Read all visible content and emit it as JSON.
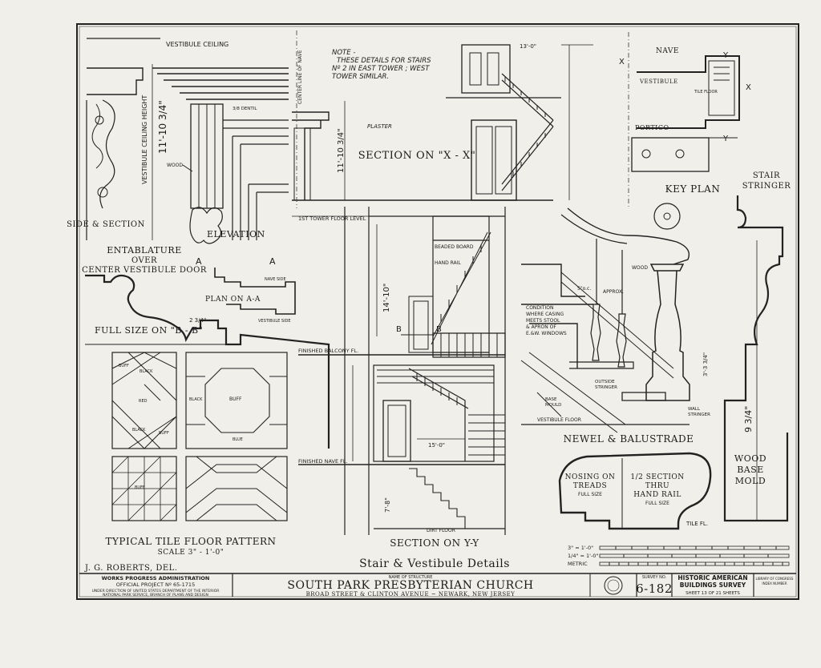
{
  "title_block": {
    "stair_vestibule_details": "Stair & Vestibule Details",
    "delineator": "J. G. ROBERTS, DEL.",
    "wpa_line1": "WORKS PROGRESS ADMINISTRATION",
    "wpa_line2": "OFFICIAL PROJECT Nº 65-1715",
    "wpa_line3": "UNDER DIRECTION OF UNITED STATES DEPARTMENT OF THE INTERIOR",
    "wpa_line4": "NATIONAL PARK SERVICE, BRANCH OF PLANS AND DESIGN",
    "name_label": "NAME OF STRUCTURE",
    "structure_name": "SOUTH PARK PRESBYTERIAN CHURCH",
    "address": "BROAD STREET & CLINTON AVENUE ~ NEWARK, NEW JERSEY",
    "survey_label": "SURVEY NO.",
    "survey_no": "6-182",
    "habs_line1": "HISTORIC AMERICAN",
    "habs_line2": "BUILDINGS SURVEY",
    "sheet": "SHEET 13 OF 21 SHEETS",
    "loc_line1": "LIBRARY OF CONGRESS",
    "loc_line2": "INDEX NUMBER"
  },
  "labels": {
    "vestibule_ceiling": "VESTIBULE CEILING",
    "vestibule_ceiling_height": "VESTIBULE CEILING HEIGHT",
    "height_dim": "11'-10 3/4\"",
    "side_section": "SIDE & SECTION",
    "elevation": "ELEVATION",
    "entablature1": "ENTABLATURE",
    "entablature2": "OVER",
    "entablature3": "CENTER VESTIBULE DOOR",
    "wood": "WOOD",
    "dentil": "3/8 DENTIL",
    "plan_aa": "PLAN ON A-A",
    "a_left": "A",
    "a_right": "A",
    "full_size_bb": "FULL SIZE ON \"B - B\"",
    "dim_234": "2 3/4\"",
    "nave_side": "NAVE SIDE",
    "vestibule_side": "VESTIBULE SIDE",
    "center_line_nave": "CENTER LINE OF NAVE",
    "note": [
      "NOTE -",
      "THESE DETAILS FOR STAIRS",
      "Nº 2 IN EAST TOWER ; WEST",
      "TOWER SIMILAR."
    ],
    "plaster": "PLASTER",
    "section_xx": "SECTION ON \"X - X\"",
    "dim_11_10": "11'-10 3/4\"",
    "dim_13_0": "13'-0\"",
    "tower_floor": "1ST TOWER FLOOR LEVEL",
    "beaded_board": "BEADED BOARD",
    "hand_rail": "HAND RAIL",
    "dim_14_10": "14'-10\"",
    "b_left": "B",
    "b_right": "B",
    "finished_balcony": "FINISHED BALCONY FL.",
    "finished_nave": "FINISHED NAVE FL.",
    "dim_15_0": "15'-0\"",
    "dim_7_8": "7'-8\"",
    "dirt_floor": "DIRT FLOOR",
    "section_yy": "SECTION ON Y-Y",
    "nave": "NAVE",
    "vestibule": "VESTIBULE",
    "portico": "PORTICO",
    "tile_floor": "TILE FLOOR",
    "key_plan": "KEY PLAN",
    "x1": "X",
    "x2": "X",
    "y1": "Y",
    "y2": "Y",
    "stair_stringer": [
      "STAIR",
      "STRINGER"
    ],
    "approx": "APPROX.",
    "dim_5_oc": "5\"o.c.",
    "condition": [
      "CONDITION",
      "WHERE CASING",
      "MEETS STOOL",
      "& APRON OF",
      "E.&W. WINDOWS"
    ],
    "outside_stringer": [
      "OUTSIDE",
      "STRINGER"
    ],
    "base_mould": [
      "BASE",
      "MOULD"
    ],
    "vestibule_floor": "VESTIBULE FLOOR",
    "wall_stringer": [
      "WALL",
      "STRINGER"
    ],
    "dim_3_3_34": "3'-3 3/4\"",
    "newel_balustrade": "NEWEL & BALUSTRADE",
    "nosing1": "NOSING ON",
    "nosing2": "TREADS",
    "nosing3": "FULL SIZE",
    "half1": "1/2 SECTION",
    "half2": "THRU",
    "half3": "HAND RAIL",
    "half4": "FULL SIZE",
    "wood_base": [
      "WOOD",
      "BASE",
      "MOLD"
    ],
    "dim_9_34": "9 3/4\"",
    "tile_fl": "TILE FL.",
    "typical_tile": "TYPICAL TILE FLOOR PATTERN",
    "scale": "SCALE 3\" - 1'-0\"",
    "buff": "BUFF",
    "black": "BLACK",
    "red": "RED",
    "blue": "BLUE",
    "scale_bar_1": "3\" = 1'-0\"",
    "scale_bar_2": "1/4\" = 1'-0\"",
    "scale_bar_3": "METRIC"
  }
}
